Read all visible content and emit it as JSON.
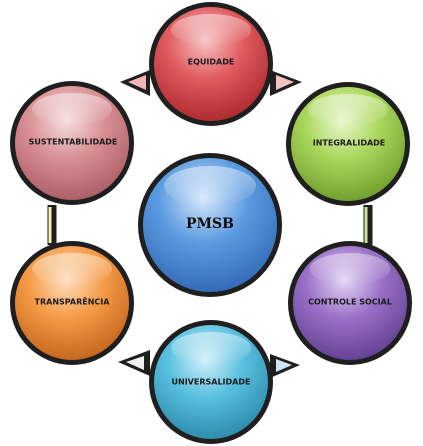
{
  "center": {
    "label": "PMSB",
    "color": "#5b9be0"
  },
  "nodes": [
    {
      "id": "equidade",
      "label": "EQUIDADE",
      "color": "#e05a5e"
    },
    {
      "id": "integralidade",
      "label": "INTEGRALIDADE",
      "color": "#a9d65a"
    },
    {
      "id": "controle-social",
      "label": "CONTROLE SOCIAL",
      "color": "#9a70c8"
    },
    {
      "id": "universalidade",
      "label": "UNIVERSALIDADE",
      "color": "#58c0df"
    },
    {
      "id": "transparencia",
      "label": "TRANSPARÊNCIA",
      "color": "#f59a45"
    },
    {
      "id": "sustentabilidade",
      "label": "SUSTENTABILIDADE",
      "color": "#d99095"
    }
  ]
}
